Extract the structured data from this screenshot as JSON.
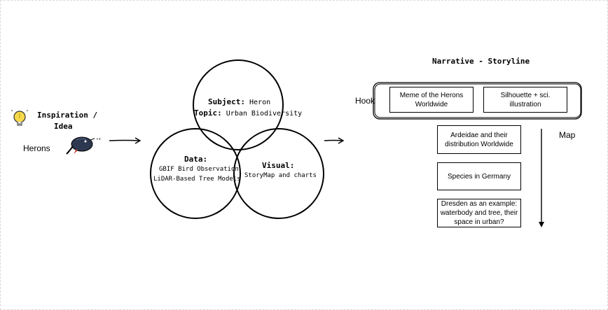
{
  "inspiration": {
    "title": "Inspiration /",
    "title2": "Idea",
    "label": "Herons"
  },
  "venn": {
    "subject_label": "Subject:",
    "subject_value": "Heron",
    "topic_label": "Topic:",
    "topic_value": "Urban Biodiversity",
    "data_label": "Data:",
    "data_line1": "GBIF Bird Observation",
    "data_line2": "LiDAR-Based Tree Models",
    "visual_label": "Visual:",
    "visual_value": "StoryMap and charts"
  },
  "narrative": {
    "title": "Narrative - Storyline",
    "hook_label": "Hook",
    "hook_box1_line1": "Meme of the Herons",
    "hook_box1_line2": "Worldwide",
    "hook_box2_line1": "Silhouette + sci.",
    "hook_box2_line2": "illustration",
    "map_label": "Map",
    "step1_line1": "Ardeidae and their",
    "step1_line2": "distribution Worldwide",
    "step2": "Species in Germany",
    "step3_line1": "Dresden as an example:",
    "step3_line2": "waterbody and tree, their",
    "step3_line3": "space in urban?"
  },
  "icons": {
    "bulb": "lightbulb-icon",
    "bird": "heron-bird-icon"
  },
  "colors": {
    "bulb_fill": "#f6d84a",
    "bird_body": "#2d3850"
  }
}
